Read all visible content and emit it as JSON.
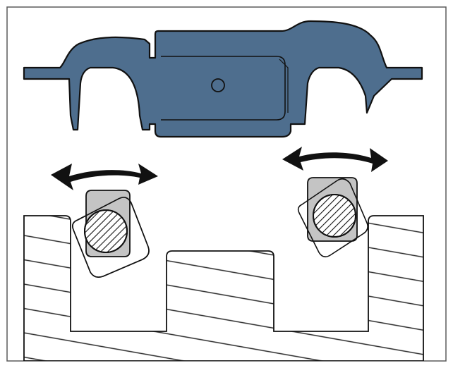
{
  "diagram": {
    "colors": {
      "frame": "#5a5a5a",
      "clip_fill": "#4e6e8e",
      "clip_stroke": "#111111",
      "arrow_fill": "#111111",
      "block_fill": "#c4c4c4",
      "hatch_stroke": "#2a2a2a",
      "background": "#ffffff"
    },
    "parts": [
      {
        "name": "clip-bracket",
        "kind": "profile clip"
      },
      {
        "name": "left-rotation-arrow",
        "kind": "double-headed curved arrow"
      },
      {
        "name": "right-rotation-arrow",
        "kind": "double-headed curved arrow"
      },
      {
        "name": "left-eccentric-block",
        "kind": "rotating block with round pin"
      },
      {
        "name": "right-eccentric-block",
        "kind": "rotating block with round pin"
      },
      {
        "name": "hatched-profile-base",
        "kind": "sectioned profile with two slots"
      }
    ]
  }
}
